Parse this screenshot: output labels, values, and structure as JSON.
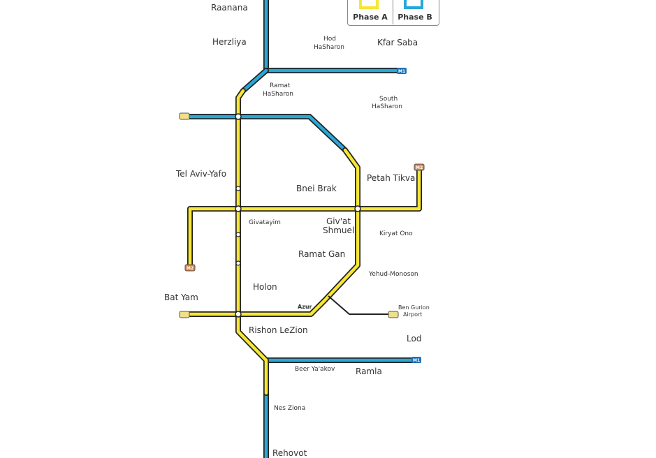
{
  "legend": {
    "phase_a": {
      "label": "Phase A",
      "color": "#f7e733"
    },
    "phase_b": {
      "label": "Phase B",
      "color": "#29a8d8"
    }
  },
  "colors": {
    "line_outline": "#222222",
    "branch": "#222222",
    "terminal_yellow": "#f0e08a",
    "terminal_red": "#d9844b"
  },
  "cities": {
    "raanana": "Raanana",
    "herzliya": "Herzliya",
    "hod_1": "Hod",
    "hod_2": "HaSharon",
    "kfar_saba": "Kfar Saba",
    "ramat_hasharon_1": "Ramat",
    "ramat_hasharon_2": "HaSharon",
    "south_hasharon_1": "South",
    "south_hasharon_2": "HaSharon",
    "tel_aviv": "Tel Aviv-Yafo",
    "bnei_brak": "Bnei Brak",
    "petah_tikva": "Petah Tikva",
    "givatayim": "Givatayim",
    "givat_shmuel_1": "Giv'at",
    "givat_shmuel_2": "Shmuel",
    "kiryat_ono": "Kiryat Ono",
    "ramat_gan": "Ramat Gan",
    "yehud": "Yehud-Monoson",
    "holon": "Holon",
    "bat_yam": "Bat Yam",
    "azur": "Azur",
    "airport_1": "Ben Gurion",
    "airport_2": "Airport",
    "rishon": "Rishon LeZion",
    "lod": "Lod",
    "beer_yaakov": "Beer Ya'akov",
    "ramla": "Ramla",
    "nes_ziona": "Nes Ziona",
    "rehovot": "Rehovot"
  },
  "line_tags": {
    "m1": "M1",
    "m2": "M2"
  }
}
